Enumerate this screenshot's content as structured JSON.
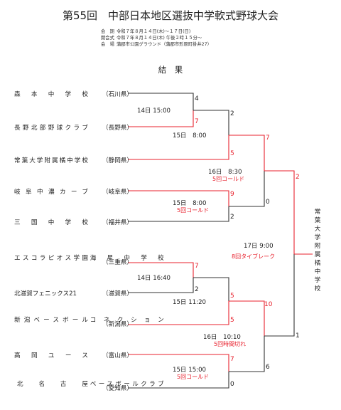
{
  "title": "第55回　中部日本地区選抜中学軟式野球大会",
  "meta": [
    {
      "key": "会　期",
      "value": "令和７年８月１４日(木)～１７日(日)"
    },
    {
      "key": "開会式",
      "value": "令和７年８月１４日(木) 午後２時１５分～"
    },
    {
      "key": "会　場",
      "value": "蒲郡市公園グラウンド（蒲郡市形原町掛井27）"
    }
  ],
  "section_heading": "結　果",
  "teams": [
    {
      "name": "森本中学校",
      "pref": "石川県"
    },
    {
      "name": "長野北部野球クラブ",
      "pref": "長野県"
    },
    {
      "name": "常葉大学附属橘中学校",
      "pref": "静岡県"
    },
    {
      "name": "岐阜中濃カーブ",
      "pref": "岐阜県"
    },
    {
      "name": "三国中学校",
      "pref": "福井県"
    },
    {
      "name": "エスコラピオス学園",
      "name2": "海星中学校",
      "pref": "三重県"
    },
    {
      "name": "北滋賀フェニックス21",
      "pref": "滋賀県"
    },
    {
      "name": "新潟ベースボール",
      "name2": "コネクション",
      "pref": "新潟県"
    },
    {
      "name": "高岡ユース",
      "pref": "富山県"
    },
    {
      "name": "北名古屋",
      "name2": "ベースボールクラブ",
      "pref": "愛知県"
    }
  ],
  "scores": {
    "g1_top": "4",
    "g1_bot": "7",
    "g2_top": "2",
    "g2_bot": "5",
    "g3_top": "9",
    "g3_bot": "2",
    "sf1_top": "7",
    "sf1_bot": "0",
    "g4_top": "7",
    "g4_bot": "2",
    "g5_top": "5",
    "g5_bot": "5",
    "sf2_top": "10",
    "sf2_bot": "6",
    "g6_top": "7",
    "g6_bot": "0",
    "final_top": "2",
    "final_bot": "1"
  },
  "games": {
    "g1": "14日 15:00",
    "g2": "15日　8:00",
    "sf1": "16日　8:30",
    "sf1_note": "5回コールド",
    "g3": "15日　8:00",
    "g3_note": "5回コールド",
    "final": "17日 9:00",
    "final_note": "8回タイブレーク",
    "g4": "14日 16:40",
    "g5": "15日 11:20",
    "sf2": "16日　10:10",
    "sf2_note": "5回時間切れ",
    "g6": "15日 15:00",
    "g6_note": "5回コールド"
  },
  "winner": "常葉大学附属橘中学校",
  "colors": {
    "win_line": "#e8222e",
    "lose_line": "#333333"
  }
}
